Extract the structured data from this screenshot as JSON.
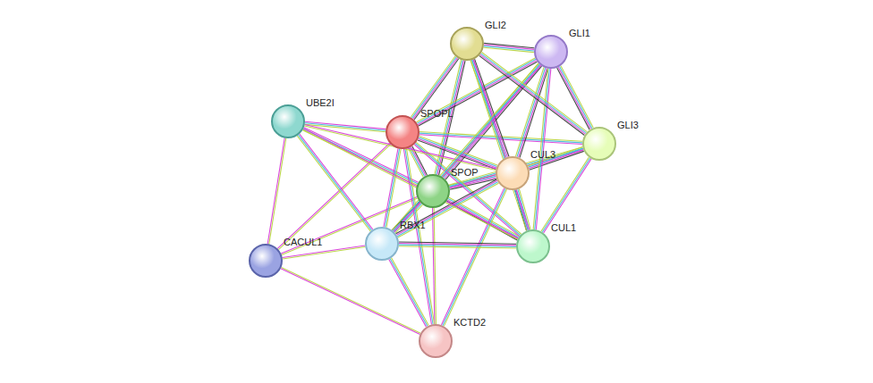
{
  "diagram": {
    "nodes": [
      {
        "text": [
          "GLI2"
        ]
      },
      {
        "text": [
          "GLI1"
        ]
      },
      {
        "text": [
          "UBE2I"
        ]
      },
      {
        "text": [
          "SPOPL"
        ]
      },
      {
        "text": [
          "GLI3"
        ]
      },
      {
        "text": [
          "CUL3"
        ]
      },
      {
        "text": [
          "SPOP"
        ]
      },
      {
        "text": [
          "RBX1"
        ]
      },
      {
        "text": [
          "CUL1"
        ]
      },
      {
        "text": [
          "CACUL1"
        ]
      },
      {
        "text": [
          "KCTD2"
        ]
      }
    ],
    "edges": [
      {
        "from": 6,
        "to": 3,
        "arrow": "none"
      },
      {
        "from": 6,
        "to": 5,
        "arrow": "none"
      },
      {
        "from": 6,
        "to": 8,
        "arrow": "none"
      },
      {
        "from": 6,
        "to": 7,
        "arrow": "none"
      },
      {
        "from": 6,
        "to": 1,
        "arrow": "none"
      },
      {
        "from": 6,
        "to": 0,
        "arrow": "none"
      },
      {
        "from": 6,
        "to": 4,
        "arrow": "none"
      },
      {
        "from": 6,
        "to": 2,
        "arrow": "none"
      },
      {
        "from": 6,
        "to": 9,
        "arrow": "none"
      },
      {
        "from": 6,
        "to": 10,
        "arrow": "none"
      },
      {
        "from": 3,
        "to": 5,
        "arrow": "none"
      },
      {
        "from": 3,
        "to": 0,
        "arrow": "none"
      },
      {
        "from": 3,
        "to": 1,
        "arrow": "none"
      },
      {
        "from": 3,
        "to": 4,
        "arrow": "none"
      },
      {
        "from": 3,
        "to": 8,
        "arrow": "none"
      },
      {
        "from": 3,
        "to": 7,
        "arrow": "none"
      },
      {
        "from": 3,
        "to": 2,
        "arrow": "none"
      },
      {
        "from": 3,
        "to": 10,
        "arrow": "none"
      },
      {
        "from": 3,
        "to": 9,
        "arrow": "none"
      },
      {
        "from": 5,
        "to": 1,
        "arrow": "none"
      },
      {
        "from": 5,
        "to": 0,
        "arrow": "none"
      },
      {
        "from": 5,
        "to": 4,
        "arrow": "none"
      },
      {
        "from": 5,
        "to": 8,
        "arrow": "none"
      },
      {
        "from": 5,
        "to": 7,
        "arrow": "none"
      },
      {
        "from": 5,
        "to": 2,
        "arrow": "none"
      },
      {
        "from": 5,
        "to": 10,
        "arrow": "none"
      },
      {
        "from": 8,
        "to": 1,
        "arrow": "none"
      },
      {
        "from": 8,
        "to": 0,
        "arrow": "none"
      },
      {
        "from": 8,
        "to": 4,
        "arrow": "none"
      },
      {
        "from": 8,
        "to": 7,
        "arrow": "none"
      },
      {
        "from": 8,
        "to": 2,
        "arrow": "none"
      },
      {
        "from": 7,
        "to": 2,
        "arrow": "none"
      },
      {
        "from": 7,
        "to": 9,
        "arrow": "none"
      },
      {
        "from": 7,
        "to": 10,
        "arrow": "none"
      },
      {
        "from": 7,
        "to": 1,
        "arrow": "none"
      },
      {
        "from": 1,
        "to": 0,
        "arrow": "none"
      },
      {
        "from": 1,
        "to": 4,
        "arrow": "none"
      },
      {
        "from": 0,
        "to": 4,
        "arrow": "none"
      },
      {
        "from": 2,
        "to": 9,
        "arrow": "none"
      },
      {
        "from": 9,
        "to": 10,
        "arrow": "none"
      }
    ]
  }
}
